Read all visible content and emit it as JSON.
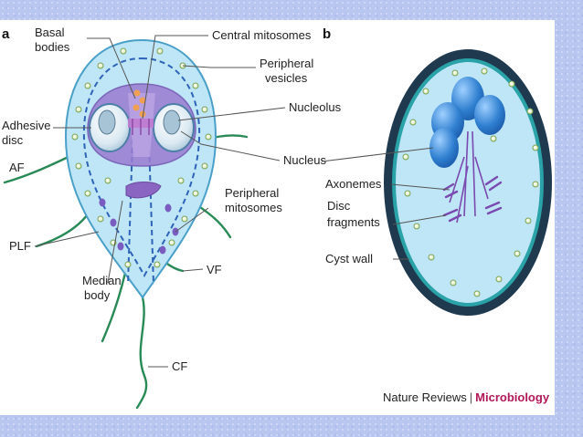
{
  "panels": {
    "a": "a",
    "b": "b"
  },
  "labels_a": {
    "basal_bodies_1": "Basal",
    "basal_bodies_2": "bodies",
    "central_mitosomes": "Central mitosomes",
    "peripheral_vesicles_1": "Peripheral",
    "peripheral_vesicles_2": "vesicles",
    "nucleolus": "Nucleolus",
    "adhesive_disc_1": "Adhesive",
    "adhesive_disc_2": "disc",
    "nucleus": "Nucleus",
    "af": "AF",
    "peripheral_mitosomes_1": "Peripheral",
    "peripheral_mitosomes_2": "mitosomes",
    "plf": "PLF",
    "median_body_1": "Median",
    "median_body_2": "body",
    "vf": "VF",
    "cf": "CF"
  },
  "labels_b": {
    "axonemes": "Axonemes",
    "disc_fragments_1": "Disc",
    "disc_fragments_2": "fragments",
    "cyst_wall": "Cyst wall"
  },
  "footer": {
    "journal": "Nature Reviews",
    "separator": "|",
    "section": "Microbiology"
  },
  "colors": {
    "cell_fill": "#bfe6f6",
    "nucleus_blue": "#2f7fd0",
    "adhesive_disc_purple": "#9a7bd0",
    "flagella_green": "#2a8a57",
    "cyst_wall_dark": "#1f3a4f",
    "journal_magenta": "#b0185a"
  }
}
